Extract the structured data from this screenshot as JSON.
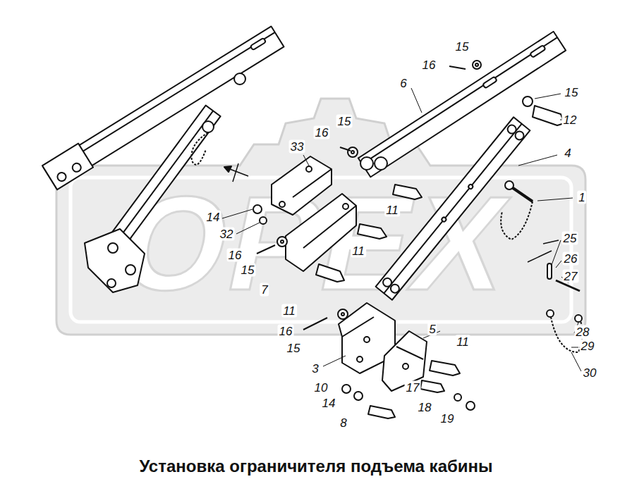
{
  "diagram": {
    "title": "Установка ограничителя подъема кабины",
    "labels": [
      "15",
      "16",
      "6",
      "15",
      "12",
      "16",
      "15",
      "33",
      "4",
      "11",
      "14",
      "1",
      "32",
      "16",
      "15",
      "11",
      "25",
      "26",
      "27",
      "7",
      "11",
      "16",
      "15",
      "5",
      "28",
      "29",
      "11",
      "30",
      "3",
      "10",
      "17",
      "14",
      "18",
      "19",
      "8",
      "ОРЕХ"
    ]
  }
}
